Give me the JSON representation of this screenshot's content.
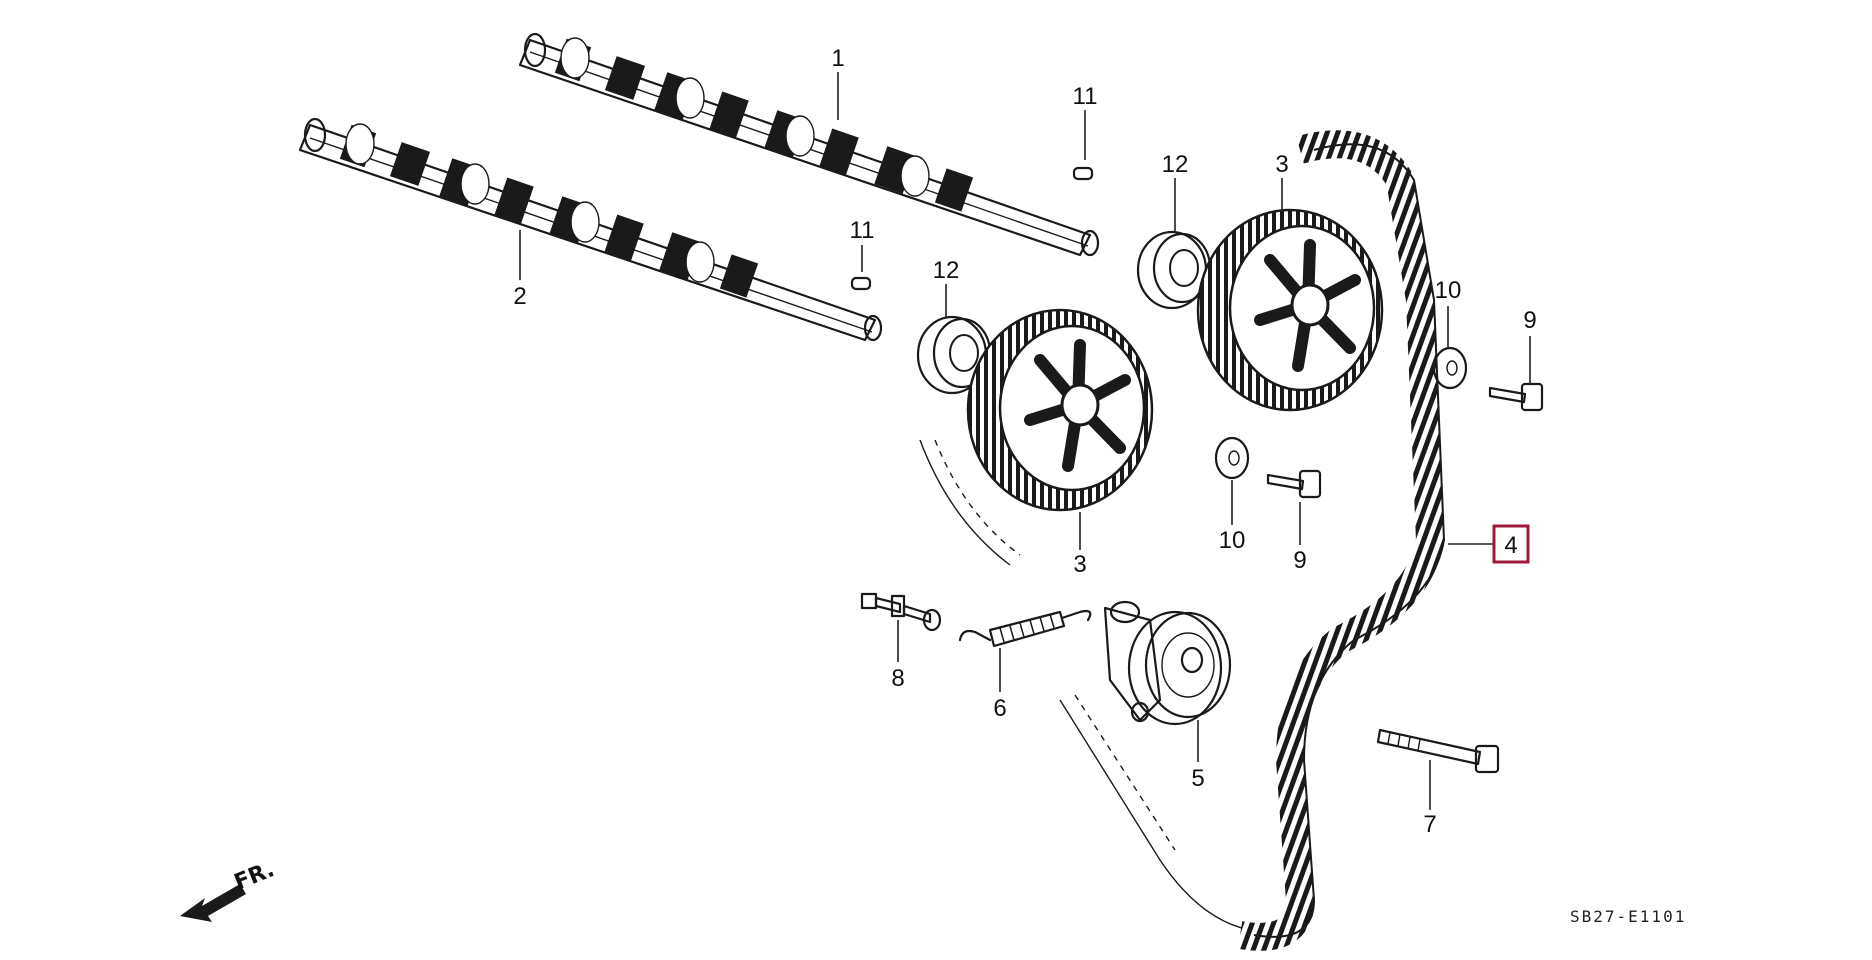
{
  "callouts": {
    "c1": "1",
    "c2": "2",
    "c3a": "3",
    "c3b": "3",
    "c4": "4",
    "c5": "5",
    "c6": "6",
    "c7": "7",
    "c8": "8",
    "c9a": "9",
    "c9b": "9",
    "c10a": "10",
    "c10b": "10",
    "c11a": "11",
    "c11b": "11",
    "c12a": "12",
    "c12b": "12"
  },
  "direction_label": "FR.",
  "drawing_code": "SB27-E1101",
  "colors": {
    "highlight": "#9b1b3a",
    "ink": "#1a1a1a"
  }
}
